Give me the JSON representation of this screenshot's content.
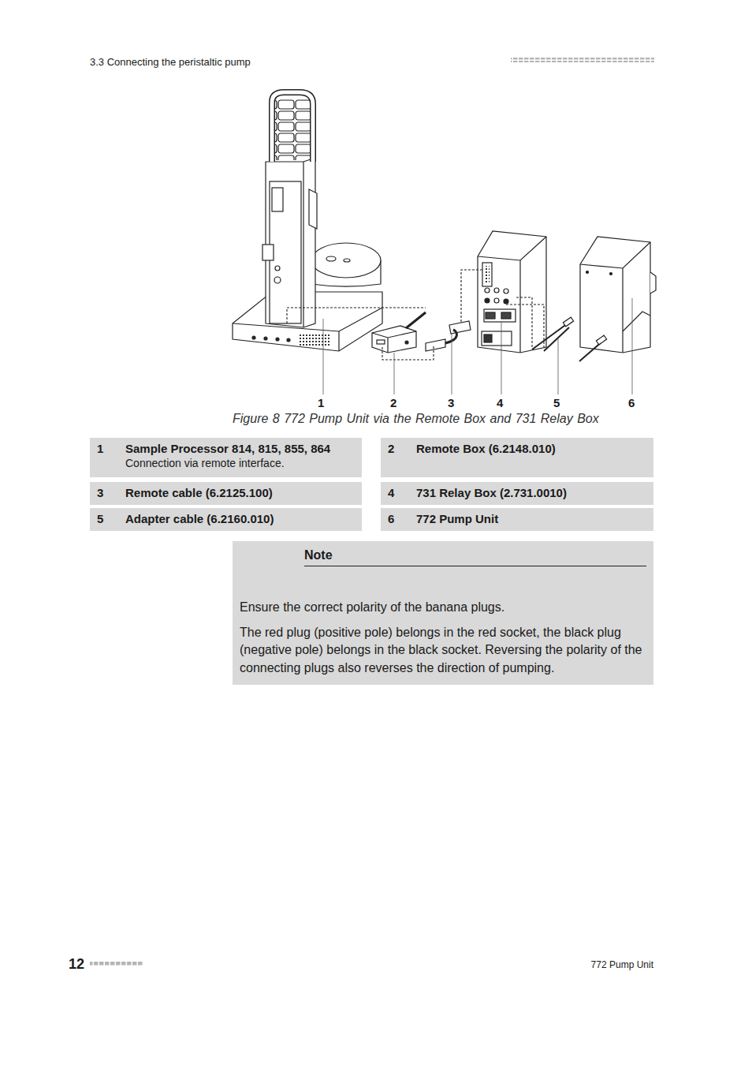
{
  "diagram": {
    "caption": "Figure 8 772 Pump Unit via the Remote Box and 731 Relay Box",
    "nodes": [
      {
        "text": [
          "1",
          "Sample Processor 814, 815, 855, 864",
          "Connection via remote interface."
        ]
      },
      {
        "text": [
          "2",
          "Remote Box (6.2148.010)"
        ]
      },
      {
        "text": [
          "3",
          "Remote cable (6.2125.100)"
        ]
      },
      {
        "text": [
          "4",
          "731 Relay Box (2.731.0010)"
        ]
      },
      {
        "text": [
          "5",
          "Adapter cable (6.2160.010)"
        ]
      },
      {
        "text": [
          "6",
          "772 Pump Unit"
        ]
      },
      {
        "text": [
          "Note",
          "Ensure the correct polarity of the banana plugs.",
          "The red plug (positive pole) belongs in the red socket, the black plug (negative pole) belongs in the black socket. Reversing the polarity of the connecting plugs also reverses the direction of pumping."
        ]
      }
    ],
    "labels": [
      "3.3 Connecting the peristaltic pump",
      "1",
      "2",
      "3",
      "4",
      "5",
      "6",
      "12",
      "772 Pump Unit"
    ]
  }
}
